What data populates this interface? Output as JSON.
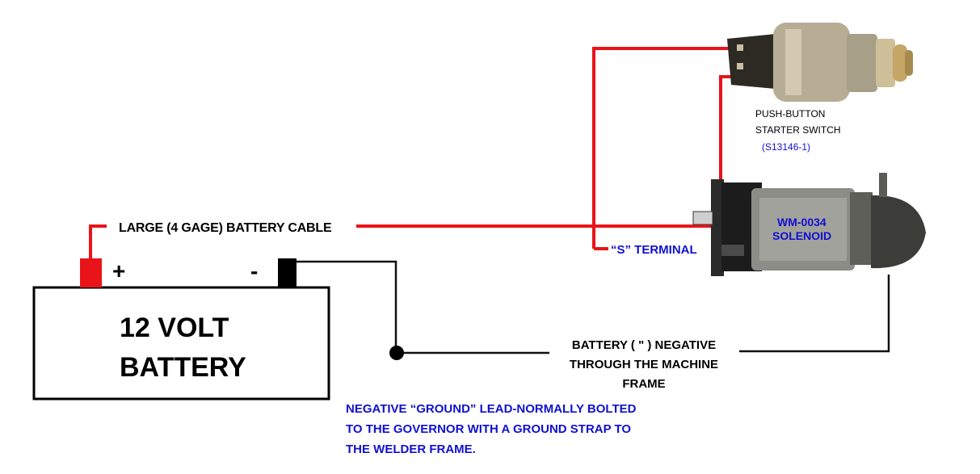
{
  "battery": {
    "line1": "12 VOLT",
    "line2": "BATTERY",
    "positive_symbol": "+",
    "negative_symbol": "-"
  },
  "cable_label": "LARGE (4 GAGE) BATTERY CABLE",
  "switch": {
    "line1": "PUSH-BUTTON",
    "line2": "STARTER SWITCH",
    "part_number": "(S13146-1)"
  },
  "solenoid": {
    "line1": "WM-0034",
    "line2": "SOLENOID",
    "s_terminal_label": "“S” TERMINAL"
  },
  "negative_path": {
    "line1": "BATTERY ( \" ) NEGATIVE",
    "line2": "THROUGH THE MACHINE",
    "line3": "FRAME"
  },
  "ground_note": {
    "line1": "NEGATIVE “GROUND” LEAD-NORMALLY BOLTED",
    "line2": "TO THE GOVERNOR WITH A GROUND STRAP TO",
    "line3": "THE WELDER FRAME."
  },
  "colors": {
    "positive_wire": "#e8141a",
    "negative_wire": "#111111",
    "blue_text": "#1010d0",
    "terminal_black": "#000000",
    "terminal_red": "#e8141a"
  }
}
